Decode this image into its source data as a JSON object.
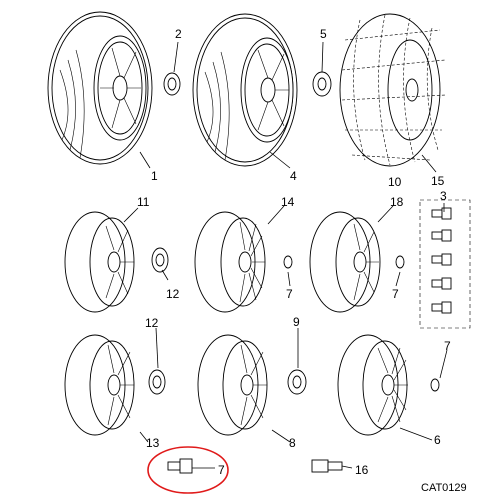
{
  "catalog_code": "CAT0129",
  "callouts": {
    "c1": "1",
    "c2": "2",
    "c3": "3",
    "c4": "4",
    "c5": "5",
    "c6": "6",
    "c7": "7",
    "c8": "8",
    "c9": "9",
    "c10": "10",
    "c11": "11",
    "c12": "12",
    "c13": "13",
    "c14": "14",
    "c15": "15",
    "c16": "16",
    "c18": "18"
  },
  "colors": {
    "line": "#000000",
    "highlight": "#e01a1a",
    "background": "#ffffff"
  }
}
